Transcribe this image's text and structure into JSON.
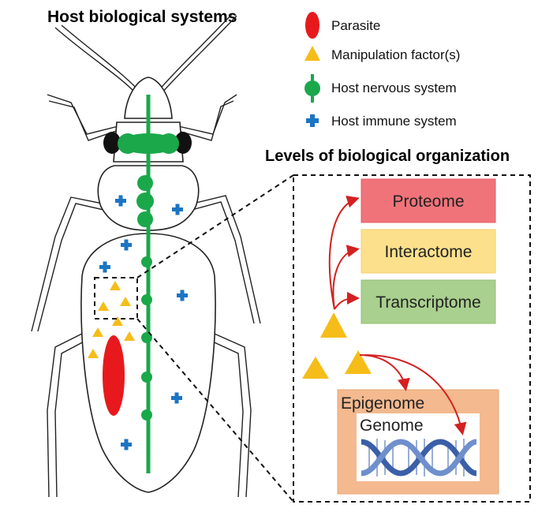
{
  "title": "Host biological systems",
  "legend": [
    {
      "label": "Parasite",
      "icon": "parasite-ellipse-icon"
    },
    {
      "label": "Manipulation factor(s)",
      "icon": "triangle-icon"
    },
    {
      "label": "Host nervous system",
      "icon": "nervous-node-icon"
    },
    {
      "label": "Host immune system",
      "icon": "plus-icon"
    }
  ],
  "levels": {
    "title": "Levels of biological organization",
    "proteome": "Proteome",
    "interactome": "Interactome",
    "transcriptome": "Transcriptome",
    "epigenome": "Epigenome",
    "genome": "Genome"
  },
  "colors": {
    "parasite": "#e8191c",
    "manipulation": "#f6bd19",
    "nervous": "#1aa84a",
    "immune": "#1b74c4",
    "arrow": "#d42020",
    "proteome": "#f0737a",
    "interactome": "#fde08c",
    "transcriptome": "#a9d08e",
    "epigenome": "#f4b98f",
    "dna": "#4a6fb5"
  }
}
